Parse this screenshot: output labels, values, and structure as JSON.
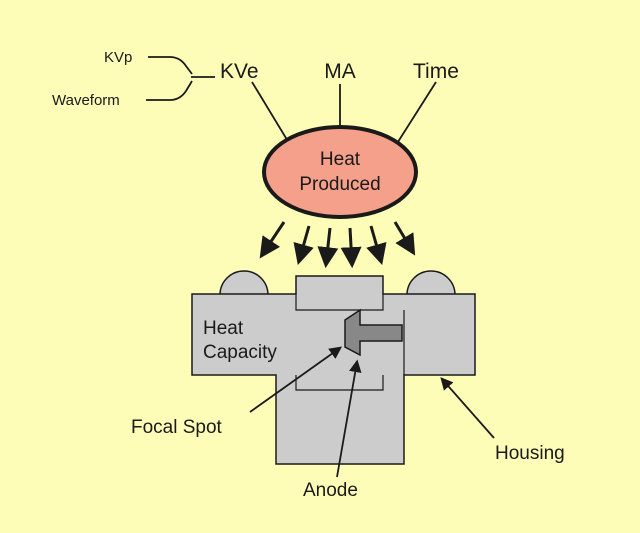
{
  "colors": {
    "background": "#fdfdb8",
    "heat_ellipse_fill": "#f4a08a",
    "housing_fill": "#cccccc",
    "anode_fill": "#888888",
    "stroke": "#1a1a1a"
  },
  "inputs": {
    "kvp": "KVp",
    "waveform": "Waveform",
    "kve": "KVe",
    "ma": "MA",
    "time": "Time"
  },
  "heat": {
    "line1": "Heat",
    "line2": "Produced"
  },
  "housing_labels": {
    "capacity_line1": "Heat",
    "capacity_line2": "Capacity",
    "focal_spot": "Focal Spot",
    "anode": "Anode",
    "housing": "Housing"
  }
}
